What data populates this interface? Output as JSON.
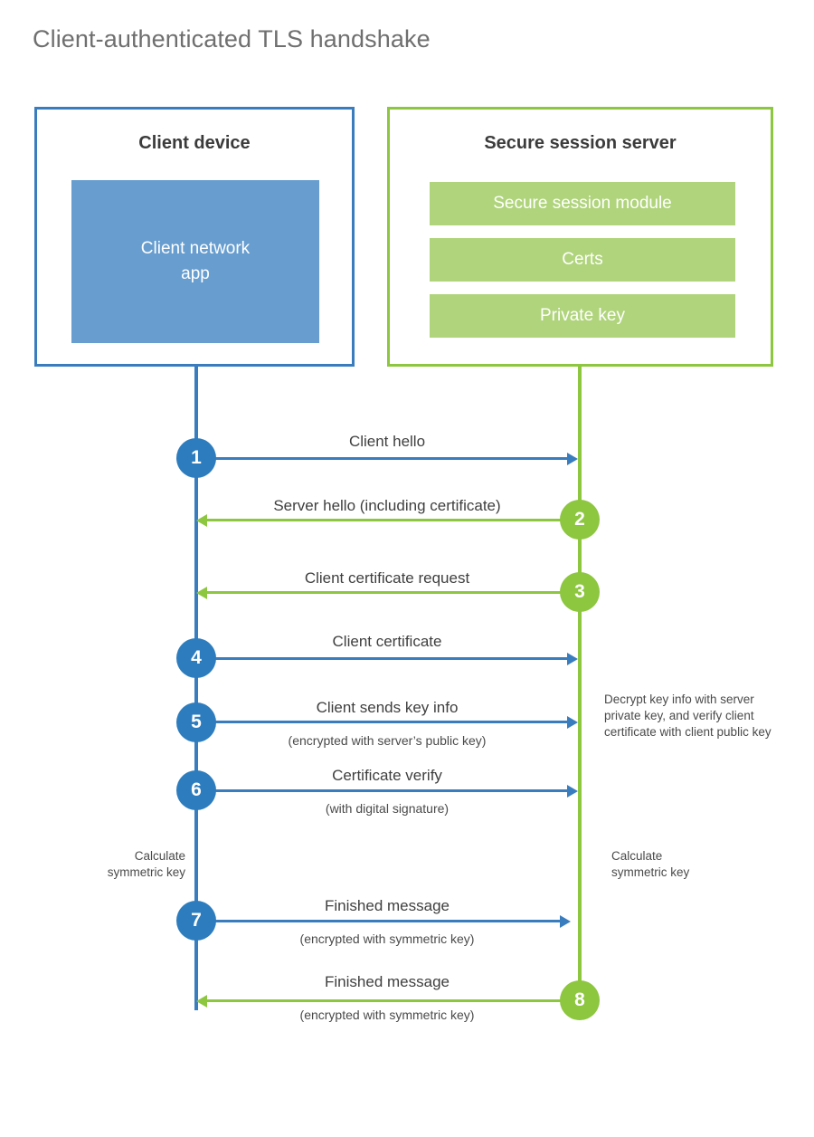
{
  "title": "Client-authenticated TLS handshake",
  "colors": {
    "blue_stroke": "#3a7dbe",
    "blue_circle": "#2d7dbe",
    "blue_fill": "#679dcf",
    "green_stroke": "#8dc63f",
    "green_fill": "#b0d47c",
    "title_text": "#6f6f6f",
    "body_text": "#3f3f3f"
  },
  "client": {
    "title": "Client device",
    "app_label": "Client network\napp",
    "app_label_line1": "Client network",
    "app_label_line2": "app"
  },
  "server": {
    "title": "Secure session server",
    "components": [
      {
        "label": "Secure session module"
      },
      {
        "label": "Certs"
      },
      {
        "label": "Private key"
      }
    ]
  },
  "steps": [
    {
      "number": "1",
      "label": "Client hello",
      "sub": "",
      "direction": "client-to-server",
      "color": "blue"
    },
    {
      "number": "2",
      "label": "Server hello (including certificate)",
      "sub": "",
      "direction": "server-to-client",
      "color": "green"
    },
    {
      "number": "3",
      "label": "Client certificate request",
      "sub": "",
      "direction": "server-to-client",
      "color": "green"
    },
    {
      "number": "4",
      "label": "Client certificate",
      "sub": "",
      "direction": "client-to-server",
      "color": "blue"
    },
    {
      "number": "5",
      "label": "Client sends key info",
      "sub": "(encrypted with server’s public key)",
      "direction": "client-to-server",
      "color": "blue"
    },
    {
      "number": "6",
      "label": "Certificate verify",
      "sub": "(with digital signature)",
      "direction": "client-to-server",
      "color": "blue"
    },
    {
      "number": "7",
      "label": "Finished message",
      "sub": "(encrypted with symmetric key)",
      "direction": "client-to-server",
      "color": "blue"
    },
    {
      "number": "8",
      "label": "Finished message",
      "sub": "(encrypted with symmetric key)",
      "direction": "server-to-client",
      "color": "green"
    }
  ],
  "notes": {
    "server_decrypt": "Decrypt key info with server private key, and verify client certificate with client public key",
    "client_calculate_line1": "Calculate",
    "client_calculate_line2": "symmetric key",
    "server_calculate_line1": "Calculate",
    "server_calculate_line2": "symmetric key"
  }
}
